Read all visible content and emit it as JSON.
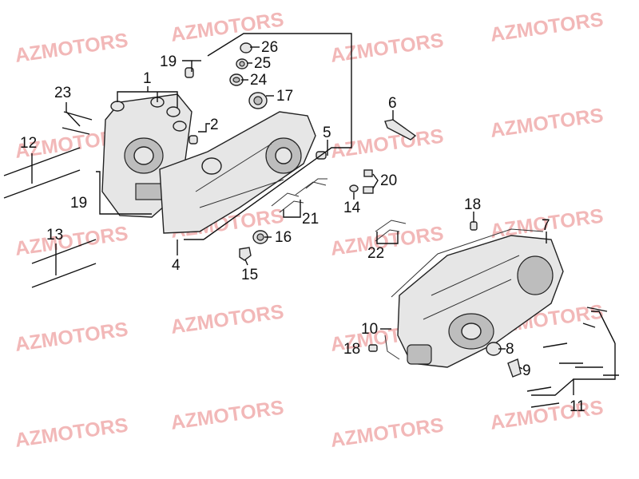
{
  "watermark": "AZMOTORS",
  "callouts": {
    "c1": "1",
    "c2": "2",
    "c4": "4",
    "c5": "5",
    "c6": "6",
    "c7": "7",
    "c8": "8",
    "c9": "9",
    "c10": "10",
    "c11": "11",
    "c12": "12",
    "c13": "13",
    "c14": "14",
    "c15": "15",
    "c16": "16",
    "c17": "17",
    "c18a": "18",
    "c18b": "18",
    "c19a": "19",
    "c19b": "19",
    "c20": "20",
    "c21": "21",
    "c22": "22",
    "c23": "23",
    "c24": "24",
    "c25": "25",
    "c26": "26"
  },
  "colors": {
    "watermark": "#f2b8b8",
    "line": "#111111",
    "part_fill": "#e6e6e6"
  }
}
